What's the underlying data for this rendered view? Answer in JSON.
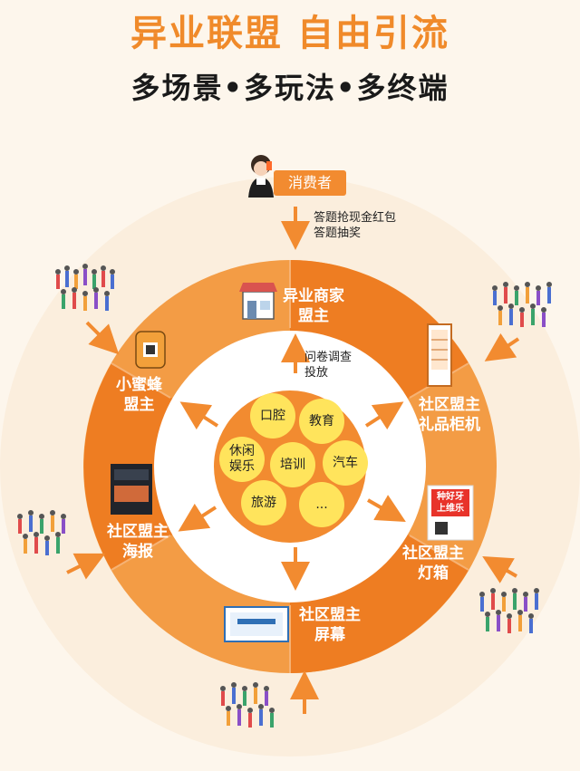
{
  "title": "异业联盟 自由引流",
  "subtitle": "多场景•多玩法•多终端",
  "consumer": {
    "label": "消费者"
  },
  "consumer_actions": [
    "答题抢现金红包",
    "答题抽奖"
  ],
  "survey": [
    "问卷调查",
    "投放"
  ],
  "ring_nodes": {
    "merchant": [
      "异业商家",
      "盟主"
    ],
    "gift_cabinet": [
      "社区盟主",
      "礼品柜机"
    ],
    "lightbox": [
      "社区盟主",
      "灯箱"
    ],
    "screen": [
      "社区盟主",
      "屏幕"
    ],
    "poster": [
      "社区盟主",
      "海报"
    ],
    "bee": [
      "小蜜蜂",
      "盟主"
    ]
  },
  "categories": [
    "口腔",
    "教育",
    "休闲\n娱乐",
    "培训",
    "汽车",
    "旅游",
    "..."
  ],
  "lightbox_sign": [
    "种好牙",
    "上维乐"
  ],
  "colors": {
    "orange": "#f28b30",
    "ring_light": "#f39c45",
    "ring_dark": "#ee7d22",
    "bubble": "#ffe45c",
    "title": "#f08a2a"
  }
}
